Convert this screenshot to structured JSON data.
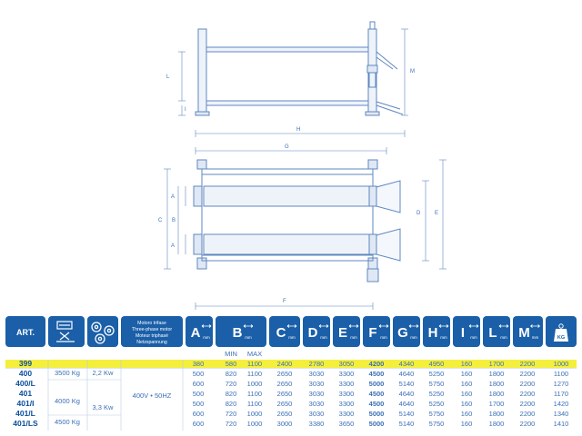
{
  "drawing": {
    "dim_labels": {
      "H": "H",
      "G": "G",
      "F": "F",
      "D": "D",
      "E": "E",
      "A1": "A",
      "A2": "A",
      "B": "B",
      "C": "C",
      "L": "L",
      "I": "I",
      "M": "M"
    }
  },
  "table": {
    "art_label": "ART.",
    "motor_lines": [
      "Motoro trifase",
      "Three-phase motor",
      "Moteur triphasé",
      "Netzspannung"
    ],
    "unit_mm": "mm",
    "unit_kg": "KG",
    "col_letters": [
      "A",
      "B",
      "C",
      "D",
      "E",
      "F",
      "G",
      "H",
      "I",
      "L",
      "M"
    ],
    "min_label": "MIN",
    "max_label": "MAX",
    "models": [
      "399",
      "400",
      "400/L",
      "401",
      "401/I",
      "401/L",
      "401/LS"
    ],
    "capacities": [
      "3500 Kg",
      "4000 Kg",
      "4500 Kg"
    ],
    "powers": [
      "2,2 Kw",
      "3,3 Kw"
    ],
    "voltage": "400V • 50HZ",
    "rows": [
      [
        "380",
        "580",
        "1100",
        "2400",
        "2780",
        "3050",
        "4200",
        "4340",
        "4950",
        "160",
        "1700",
        "2200",
        "1000"
      ],
      [
        "500",
        "820",
        "1100",
        "2650",
        "3030",
        "3300",
        "4500",
        "4640",
        "5250",
        "160",
        "1800",
        "2200",
        "1100"
      ],
      [
        "600",
        "720",
        "1000",
        "2650",
        "3030",
        "3300",
        "5000",
        "5140",
        "5750",
        "160",
        "1800",
        "2200",
        "1270"
      ],
      [
        "500",
        "820",
        "1100",
        "2650",
        "3030",
        "3300",
        "4500",
        "4640",
        "5250",
        "160",
        "1800",
        "2200",
        "1170"
      ],
      [
        "500",
        "820",
        "1100",
        "2650",
        "3030",
        "3300",
        "4500",
        "4640",
        "5250",
        "160",
        "1700",
        "2200",
        "1420"
      ],
      [
        "600",
        "720",
        "1000",
        "2650",
        "3030",
        "3300",
        "5000",
        "5140",
        "5750",
        "160",
        "1800",
        "2200",
        "1340"
      ],
      [
        "600",
        "720",
        "1000",
        "3000",
        "3380",
        "3650",
        "5000",
        "5140",
        "5750",
        "160",
        "1800",
        "2200",
        "1410"
      ]
    ]
  },
  "colors": {
    "accent": "#1a5fa8",
    "line": "#5f87c0",
    "highlight": "#f4ef3c",
    "text": "#3b6fb5"
  }
}
